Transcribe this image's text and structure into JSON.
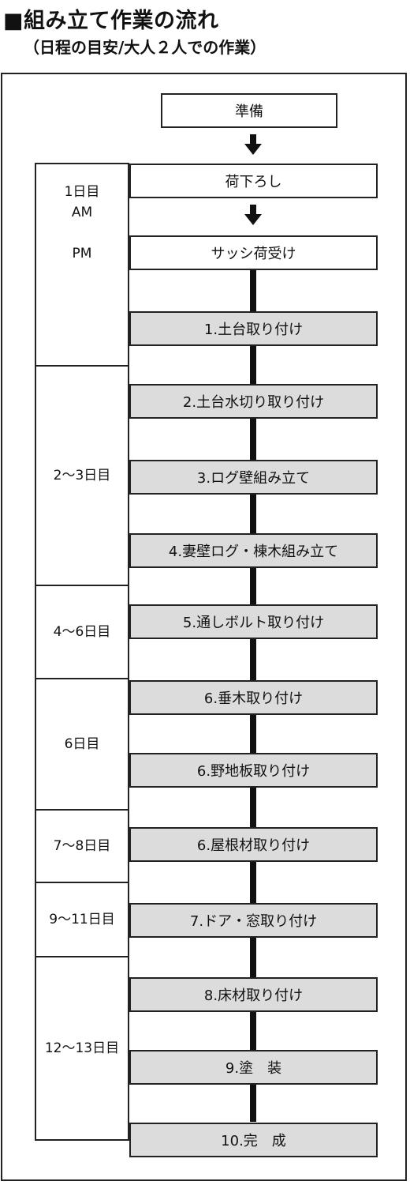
{
  "header": {
    "title": "■組み立て作業の流れ",
    "subtitle": "（日程の目安/大人２人での作業）"
  },
  "days": [
    {
      "label_lines": [
        "1日目",
        "AM",
        "",
        "PM"
      ]
    },
    {
      "label_lines": [
        "2～3日目"
      ]
    },
    {
      "label_lines": [
        "4～6日目"
      ]
    },
    {
      "label_lines": [
        "6日目"
      ]
    },
    {
      "label_lines": [
        "7～8日目"
      ]
    },
    {
      "label_lines": [
        "9～11日目"
      ]
    },
    {
      "label_lines": [
        "12～13日目"
      ]
    }
  ],
  "steps": [
    {
      "label": "準備",
      "style": "plain"
    },
    {
      "label": "荷下ろし",
      "style": "plain"
    },
    {
      "label": "サッシ荷受け",
      "style": "plain"
    },
    {
      "label": "1.土台取り付け",
      "style": "shaded"
    },
    {
      "label": "2.土台水切り取り付け",
      "style": "shaded"
    },
    {
      "label": "3.ログ壁組み立て",
      "style": "shaded"
    },
    {
      "label": "4.妻壁ログ・棟木組み立て",
      "style": "shaded"
    },
    {
      "label": "5.通しボルト取り付け",
      "style": "shaded"
    },
    {
      "label": "6.垂木取り付け",
      "style": "shaded"
    },
    {
      "label": "6.野地板取り付け",
      "style": "shaded"
    },
    {
      "label": "6.屋根材取り付け",
      "style": "shaded"
    },
    {
      "label": "7.ドア・窓取り付け",
      "style": "shaded"
    },
    {
      "label": "8.床材取り付け",
      "style": "shaded"
    },
    {
      "label": "9.塗　装",
      "style": "shaded"
    },
    {
      "label": "10.完　成",
      "style": "shaded"
    }
  ],
  "arrows": [
    {
      "icon": "down-arrow-icon"
    },
    {
      "icon": "down-arrow-icon"
    }
  ]
}
